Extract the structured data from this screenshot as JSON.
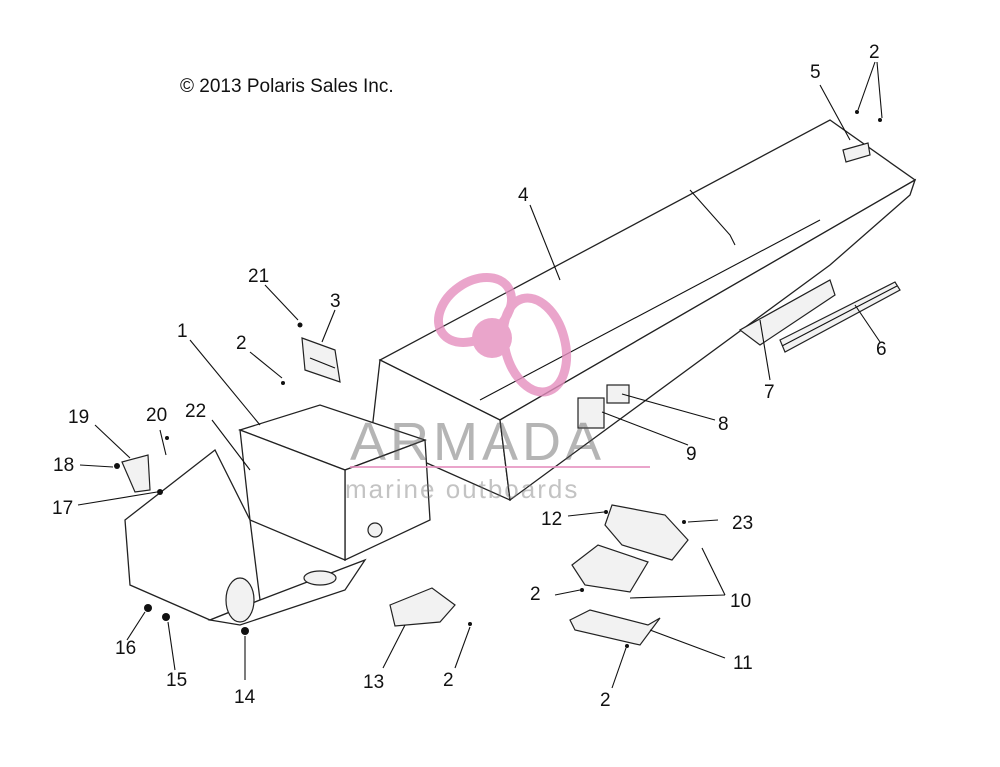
{
  "copyright": "© 2013 Polaris Sales Inc.",
  "watermark": {
    "brand": "ARMADA",
    "tagline": "marine outboards",
    "color": "#e58fbf"
  },
  "callouts": [
    {
      "id": "c1",
      "label": "1"
    },
    {
      "id": "c2a",
      "label": "2"
    },
    {
      "id": "c2b",
      "label": "2"
    },
    {
      "id": "c2c",
      "label": "2"
    },
    {
      "id": "c2d",
      "label": "2"
    },
    {
      "id": "c2e",
      "label": "2"
    },
    {
      "id": "c3",
      "label": "3"
    },
    {
      "id": "c4",
      "label": "4"
    },
    {
      "id": "c5",
      "label": "5"
    },
    {
      "id": "c6",
      "label": "6"
    },
    {
      "id": "c7",
      "label": "7"
    },
    {
      "id": "c8",
      "label": "8"
    },
    {
      "id": "c9",
      "label": "9"
    },
    {
      "id": "c10",
      "label": "10"
    },
    {
      "id": "c11",
      "label": "11"
    },
    {
      "id": "c12",
      "label": "12"
    },
    {
      "id": "c13",
      "label": "13"
    },
    {
      "id": "c14",
      "label": "14"
    },
    {
      "id": "c15",
      "label": "15"
    },
    {
      "id": "c16",
      "label": "16"
    },
    {
      "id": "c17",
      "label": "17"
    },
    {
      "id": "c18",
      "label": "18"
    },
    {
      "id": "c19",
      "label": "19"
    },
    {
      "id": "c20",
      "label": "20"
    },
    {
      "id": "c21",
      "label": "21"
    },
    {
      "id": "c22",
      "label": "22"
    },
    {
      "id": "c23",
      "label": "23"
    }
  ]
}
